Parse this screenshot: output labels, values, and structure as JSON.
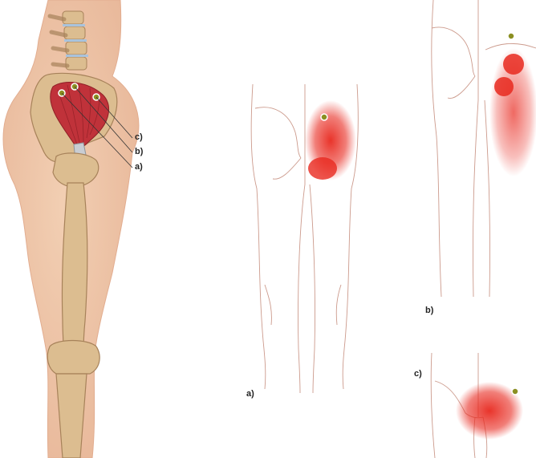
{
  "labels": {
    "left_callouts": {
      "c": "c)",
      "b": "b)",
      "a": "a)"
    },
    "view_a": "a)",
    "view_b": "b)",
    "view_c": "c)"
  },
  "colors": {
    "skin": "#efc7a8",
    "skin_edge": "#d9a184",
    "bone": "#d9b98c",
    "bone_edge": "#a7825a",
    "muscle": "#c0323a",
    "muscle_dark": "#8f1f26",
    "pain_red": "#e8291f",
    "trigger_point": "#8b8f22",
    "outline": "#cc9a8c",
    "disc_blue": "#a9c3dc"
  }
}
